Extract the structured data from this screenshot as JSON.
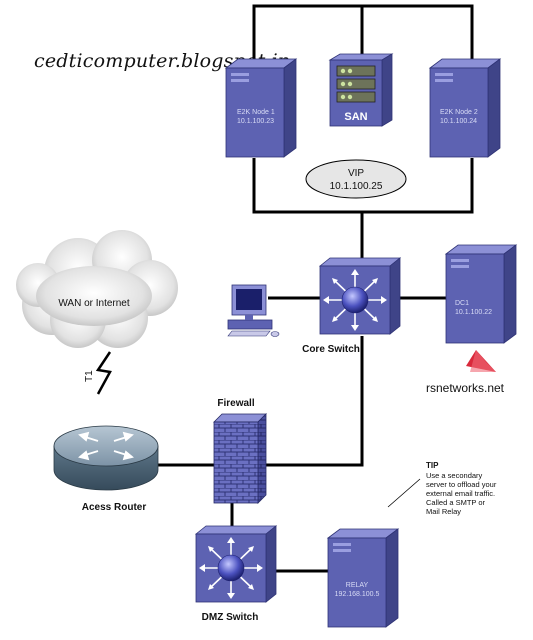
{
  "watermark": {
    "text": "cedticomputer.blogspot.in"
  },
  "servers": {
    "node1": {
      "name": "E2K Node 1",
      "ip": "10.1.100.23"
    },
    "node2": {
      "name": "E2K Node 2",
      "ip": "10.1.100.24"
    },
    "dc1": {
      "name": "DC1",
      "ip": "10.1.100.22"
    },
    "relay": {
      "name": "RELAY",
      "ip": "192.168.100.5"
    }
  },
  "san": {
    "label": "SAN"
  },
  "vip": {
    "label": "VIP",
    "ip": "10.1.100.25"
  },
  "core_switch": {
    "label": "Core Switch"
  },
  "dmz_switch": {
    "label": "DMZ Switch"
  },
  "firewall": {
    "label": "Firewall"
  },
  "router": {
    "label": "Acess Router"
  },
  "cloud": {
    "label": "WAN or Internet"
  },
  "link": {
    "label": "T1"
  },
  "brand": {
    "label": "rsnetworks.net"
  },
  "tip": {
    "title": "TIP",
    "lines": [
      "Use a secondary",
      "server to offload your",
      "external email traffic.",
      "Called a SMTP or",
      "Mail Relay"
    ]
  },
  "colors": {
    "device": "#5d62b2",
    "device_dark": "#3f4488",
    "device_light": "#8c90d6",
    "line": "#000000",
    "brand_logo": "#d9293b"
  }
}
